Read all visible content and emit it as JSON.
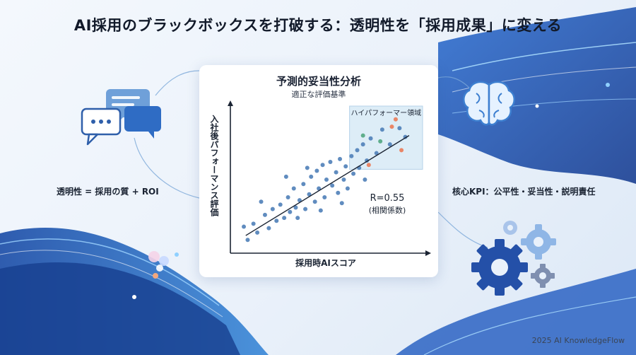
{
  "title": "AI採用のブラックボックスを打破する：透明性を「採用成果」に変える",
  "left_label": "透明性 = 採用の質 + ROI",
  "right_label": "核心KPI：公平性・妥当性・説明責任",
  "footer": "2025 AI KnowledgeFlow",
  "chart_data": {
    "type": "scatter",
    "title": "予測的妥当性分析",
    "subtitle": "適正な評価基準",
    "xlabel": "採用時AIスコア",
    "ylabel": "入社後パフォーマンス評価",
    "xlim": [
      0,
      100
    ],
    "ylim": [
      0,
      100
    ],
    "grid": false,
    "region_label": "ハイパフォーマー領域",
    "region": {
      "x": [
        62,
        100
      ],
      "y": [
        57,
        100
      ]
    },
    "annotation": {
      "line1": "R=0.55",
      "line2": "(相関係数)"
    },
    "trendline": {
      "x": [
        8,
        93
      ],
      "y": [
        12,
        80
      ]
    },
    "colors": {
      "point": "#4f80b8",
      "high": "#e98667",
      "green": "#5fae8c",
      "region": "#d8eaf6"
    },
    "points": [
      {
        "x": 7,
        "y": 18
      },
      {
        "x": 9,
        "y": 9
      },
      {
        "x": 12,
        "y": 20
      },
      {
        "x": 14,
        "y": 14
      },
      {
        "x": 18,
        "y": 26
      },
      {
        "x": 20,
        "y": 17
      },
      {
        "x": 22,
        "y": 30
      },
      {
        "x": 24,
        "y": 22
      },
      {
        "x": 26,
        "y": 33
      },
      {
        "x": 28,
        "y": 24
      },
      {
        "x": 30,
        "y": 38
      },
      {
        "x": 31,
        "y": 28
      },
      {
        "x": 33,
        "y": 44
      },
      {
        "x": 34,
        "y": 31
      },
      {
        "x": 36,
        "y": 36
      },
      {
        "x": 38,
        "y": 47
      },
      {
        "x": 39,
        "y": 30
      },
      {
        "x": 41,
        "y": 40
      },
      {
        "x": 42,
        "y": 52
      },
      {
        "x": 44,
        "y": 35
      },
      {
        "x": 45,
        "y": 56
      },
      {
        "x": 46,
        "y": 44
      },
      {
        "x": 48,
        "y": 60
      },
      {
        "x": 49,
        "y": 38
      },
      {
        "x": 50,
        "y": 50
      },
      {
        "x": 52,
        "y": 62
      },
      {
        "x": 53,
        "y": 46
      },
      {
        "x": 55,
        "y": 55
      },
      {
        "x": 56,
        "y": 41
      },
      {
        "x": 57,
        "y": 64
      },
      {
        "x": 59,
        "y": 50
      },
      {
        "x": 60,
        "y": 59
      },
      {
        "x": 61,
        "y": 44
      },
      {
        "x": 63,
        "y": 66
      },
      {
        "x": 64,
        "y": 54
      },
      {
        "x": 66,
        "y": 70
      },
      {
        "x": 67,
        "y": 58
      },
      {
        "x": 69,
        "y": 74
      },
      {
        "x": 71,
        "y": 63
      },
      {
        "x": 73,
        "y": 78
      },
      {
        "x": 76,
        "y": 68
      },
      {
        "x": 79,
        "y": 84
      },
      {
        "x": 83,
        "y": 74
      },
      {
        "x": 88,
        "y": 85
      },
      {
        "x": 91,
        "y": 79
      },
      {
        "x": 29,
        "y": 52
      },
      {
        "x": 35,
        "y": 24
      },
      {
        "x": 47,
        "y": 29
      },
      {
        "x": 58,
        "y": 34
      },
      {
        "x": 16,
        "y": 35
      },
      {
        "x": 40,
        "y": 58
      },
      {
        "x": 70,
        "y": 50
      }
    ],
    "highlight_points": [
      {
        "x": 72,
        "y": 60,
        "color": "#e98667"
      },
      {
        "x": 84,
        "y": 86,
        "color": "#e98667"
      },
      {
        "x": 89,
        "y": 70,
        "color": "#e98667"
      },
      {
        "x": 86,
        "y": 91,
        "color": "#e98667"
      },
      {
        "x": 69,
        "y": 80,
        "color": "#5fae8c"
      },
      {
        "x": 78,
        "y": 76,
        "color": "#5fae8c"
      }
    ]
  }
}
